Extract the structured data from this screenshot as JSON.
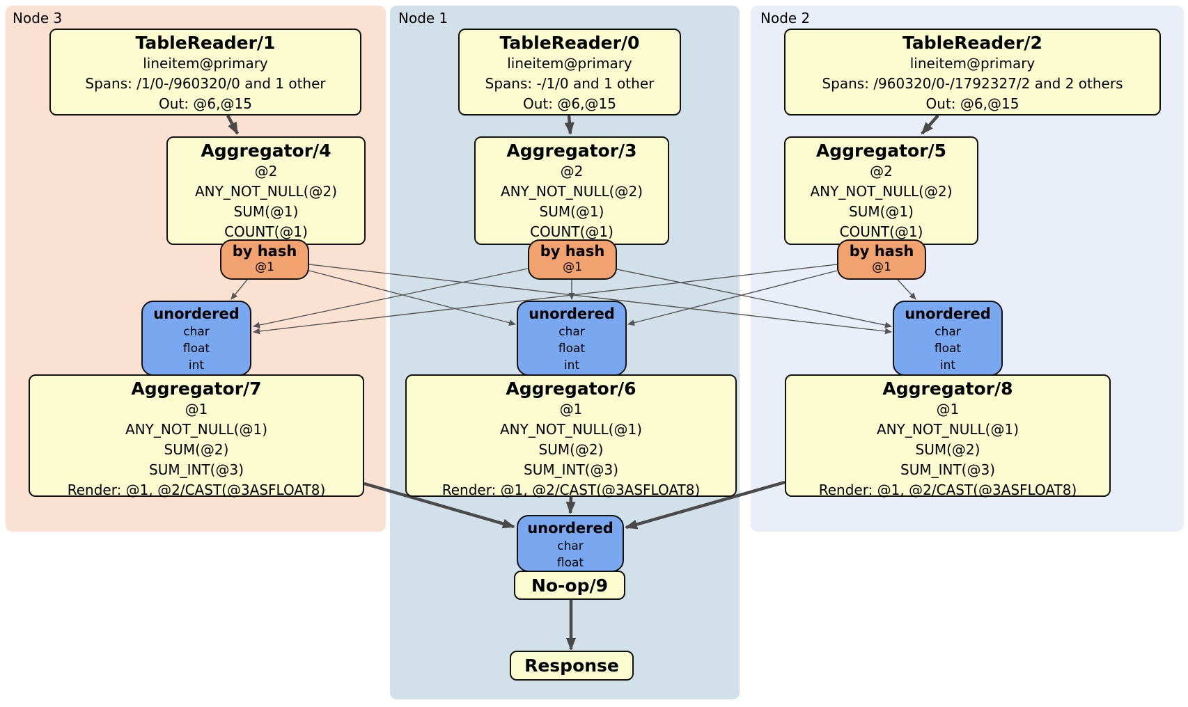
{
  "panels": {
    "node3": {
      "label": "Node 3"
    },
    "node1": {
      "label": "Node 1"
    },
    "node2": {
      "label": "Node 2"
    }
  },
  "boxes": {
    "tr1": {
      "title": "TableReader/1",
      "lines": [
        "lineitem@primary",
        "Spans: /1/0-/960320/0 and 1 other",
        "Out: @6,@15"
      ]
    },
    "tr0": {
      "title": "TableReader/0",
      "lines": [
        "lineitem@primary",
        "Spans: -/1/0 and 1 other",
        "Out: @6,@15"
      ]
    },
    "tr2": {
      "title": "TableReader/2",
      "lines": [
        "lineitem@primary",
        "Spans: /960320/0-/1792327/2 and 2 others",
        "Out: @6,@15"
      ]
    },
    "agg4": {
      "title": "Aggregator/4",
      "lines": [
        "@2",
        "ANY_NOT_NULL(@2)",
        "SUM(@1)",
        "COUNT(@1)"
      ]
    },
    "agg3": {
      "title": "Aggregator/3",
      "lines": [
        "@2",
        "ANY_NOT_NULL(@2)",
        "SUM(@1)",
        "COUNT(@1)"
      ]
    },
    "agg5": {
      "title": "Aggregator/5",
      "lines": [
        "@2",
        "ANY_NOT_NULL(@2)",
        "SUM(@1)",
        "COUNT(@1)"
      ]
    },
    "hash3": {
      "title": "by hash",
      "lines": [
        "@1"
      ]
    },
    "hash1": {
      "title": "by hash",
      "lines": [
        "@1"
      ]
    },
    "hash2": {
      "title": "by hash",
      "lines": [
        "@1"
      ]
    },
    "un3": {
      "title": "unordered",
      "lines": [
        "char",
        "float",
        "int"
      ]
    },
    "un1": {
      "title": "unordered",
      "lines": [
        "char",
        "float",
        "int"
      ]
    },
    "un2": {
      "title": "unordered",
      "lines": [
        "char",
        "float",
        "int"
      ]
    },
    "agg7": {
      "title": "Aggregator/7",
      "lines": [
        "@1",
        "ANY_NOT_NULL(@1)",
        "SUM(@2)",
        "SUM_INT(@3)",
        "Render: @1, @2/CAST(@3ASFLOAT8)"
      ]
    },
    "agg6": {
      "title": "Aggregator/6",
      "lines": [
        "@1",
        "ANY_NOT_NULL(@1)",
        "SUM(@2)",
        "SUM_INT(@3)",
        "Render: @1, @2/CAST(@3ASFLOAT8)"
      ]
    },
    "agg8": {
      "title": "Aggregator/8",
      "lines": [
        "@1",
        "ANY_NOT_NULL(@1)",
        "SUM(@2)",
        "SUM_INT(@3)",
        "Render: @1, @2/CAST(@3ASFLOAT8)"
      ]
    },
    "unf": {
      "title": "unordered",
      "lines": [
        "char",
        "float"
      ]
    },
    "noop": {
      "title": "No-op/9"
    },
    "resp": {
      "title": "Response"
    }
  },
  "edges": [
    {
      "from": "tr1",
      "to": "agg4",
      "style": "arrow-thick"
    },
    {
      "from": "tr0",
      "to": "agg3",
      "style": "arrow-thick"
    },
    {
      "from": "tr2",
      "to": "agg5",
      "style": "arrow-thick"
    },
    {
      "from": "hash3",
      "to": "un3",
      "style": "line-thin"
    },
    {
      "from": "hash3",
      "to": "un1",
      "style": "line-thin"
    },
    {
      "from": "hash3",
      "to": "un2",
      "style": "line-thin"
    },
    {
      "from": "hash1",
      "to": "un3",
      "style": "line-thin"
    },
    {
      "from": "hash1",
      "to": "un1",
      "style": "line-thin"
    },
    {
      "from": "hash1",
      "to": "un2",
      "style": "line-thin"
    },
    {
      "from": "hash2",
      "to": "un3",
      "style": "line-thin"
    },
    {
      "from": "hash2",
      "to": "un1",
      "style": "line-thin"
    },
    {
      "from": "hash2",
      "to": "un2",
      "style": "line-thin"
    },
    {
      "from": "agg7",
      "to": "unf",
      "style": "arrow-thick"
    },
    {
      "from": "agg6",
      "to": "unf",
      "style": "arrow-thick"
    },
    {
      "from": "agg8",
      "to": "unf",
      "style": "arrow-thick"
    },
    {
      "from": "noop",
      "to": "resp",
      "style": "arrow-thick"
    }
  ],
  "colors": {
    "panel_node3": "#fbe1d1",
    "panel_node1": "#d2e0ea",
    "panel_node2": "#e9eef8",
    "box_fill": "#fbfbd0",
    "router_fill": "#f2a26e",
    "sync_fill": "#79a8f0",
    "edge": "#4a4a4a"
  }
}
